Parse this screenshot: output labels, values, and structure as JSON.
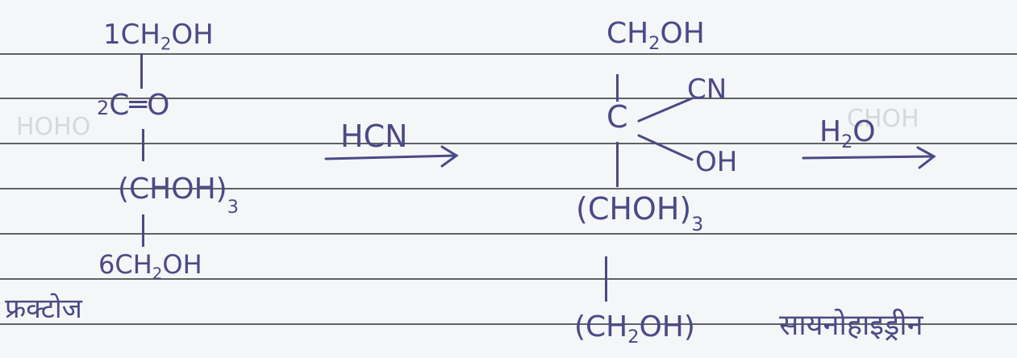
{
  "reactant": {
    "c1": {
      "num": "1",
      "group": "CH",
      "sub": "2",
      "tail": "OH"
    },
    "c2": {
      "num": "2",
      "group": "C═O"
    },
    "chain": {
      "group": "(CHOH)",
      "sub": "3"
    },
    "c6": {
      "num": "6",
      "group": "CH",
      "sub": "2",
      "tail": "OH"
    },
    "name": "फ्रक्टोज"
  },
  "reagent1": "HCN",
  "product": {
    "top": {
      "group": "CH",
      "sub": "2",
      "tail": "OH"
    },
    "center": "C",
    "cn": "CN",
    "oh": "OH",
    "chain": {
      "group": "(CHOH)",
      "sub": "3"
    },
    "bottom": {
      "group": "(CH",
      "sub": "2",
      "tail": "OH)"
    },
    "name": "सायनोहाइड्रीन"
  },
  "reagent2": {
    "group": "H",
    "sub": "2",
    "tail": "O"
  },
  "colors": {
    "ink": "#4a4a86",
    "rule": "#2d2f33",
    "paper": "#f4f6f8"
  }
}
